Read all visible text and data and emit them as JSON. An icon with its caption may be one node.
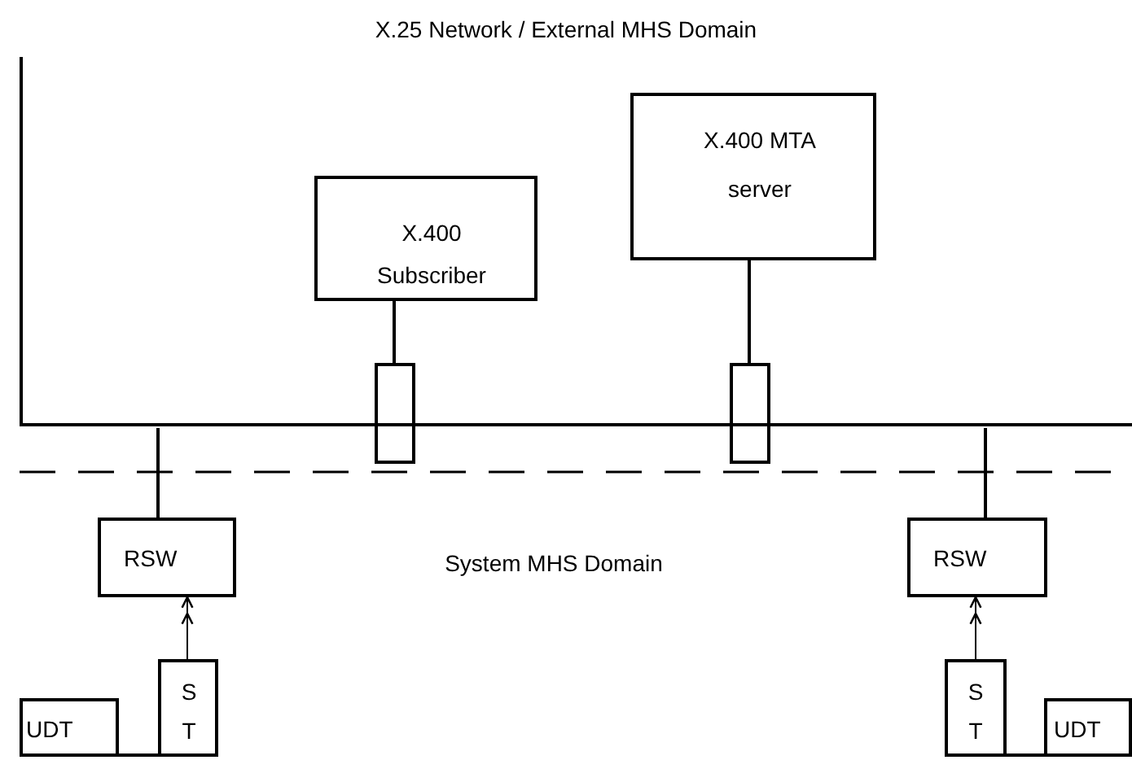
{
  "diagram": {
    "title": "X.25 Network / External MHS Domain",
    "nodes": [
      {
        "text": [
          "X.400 Subscriber"
        ]
      },
      {
        "text": [
          "X.400 MTA server"
        ]
      },
      {
        "text": [],
        "shape": "box"
      },
      {
        "text": [],
        "shape": "box"
      },
      {
        "text": [],
        "shape": "bar"
      },
      {
        "text": [
          "RSW"
        ]
      },
      {
        "text": [
          "ST"
        ]
      },
      {
        "text": [
          "UDT"
        ]
      },
      {
        "text": [
          "RSW"
        ]
      },
      {
        "text": [
          "ST"
        ]
      },
      {
        "text": [
          "UDT"
        ]
      }
    ],
    "edges": [
      {
        "from": 0,
        "to": 2,
        "arrow": "none"
      },
      {
        "from": 1,
        "to": 3,
        "arrow": "none"
      },
      {
        "from": 4,
        "to": 5,
        "arrow": "none"
      },
      {
        "from": 4,
        "to": 8,
        "arrow": "none"
      },
      {
        "from": 6,
        "to": 5,
        "arrow": "to"
      },
      {
        "from": 9,
        "to": 8,
        "arrow": "to"
      },
      {
        "from": 7,
        "to": 6,
        "arrow": "none"
      },
      {
        "from": 9,
        "to": 10,
        "arrow": "none"
      }
    ],
    "labels": [
      "System MHS Domain"
    ]
  }
}
